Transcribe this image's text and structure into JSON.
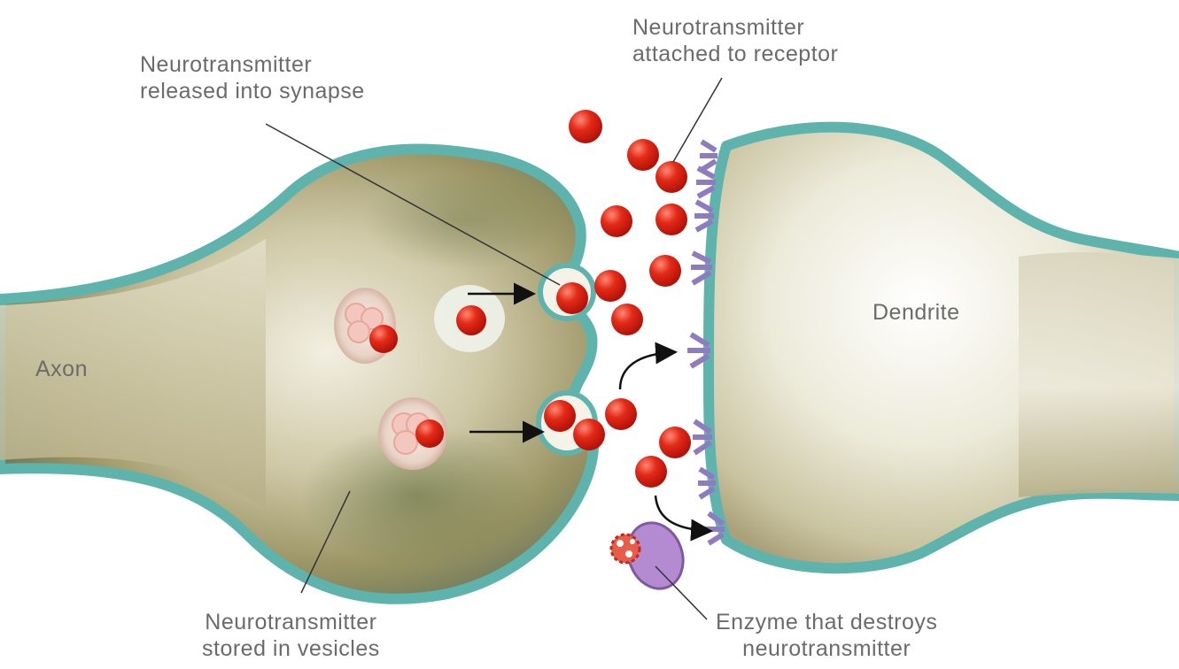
{
  "labels": {
    "released": [
      "Neurotransmitter",
      "released into synapse"
    ],
    "attached": [
      "Neurotransmitter",
      "attached to receptor"
    ],
    "dendrite": "Dendrite",
    "axon": "Axon",
    "stored": [
      "Neurotransmitter",
      "stored in vesicles"
    ],
    "enzyme": [
      "Enzyme that destroys",
      "neurotransmitter"
    ]
  },
  "colors": {
    "neurotransmitter": "#e0281a",
    "membrane": "#6fb8b2",
    "cell_body": "#cdc7a8",
    "cell_shadow": "#8c8656",
    "receptor": "#9b86c4",
    "enzyme": "#a77cc0",
    "leader_line": "#333333",
    "label_text": "#6b6b6b"
  }
}
